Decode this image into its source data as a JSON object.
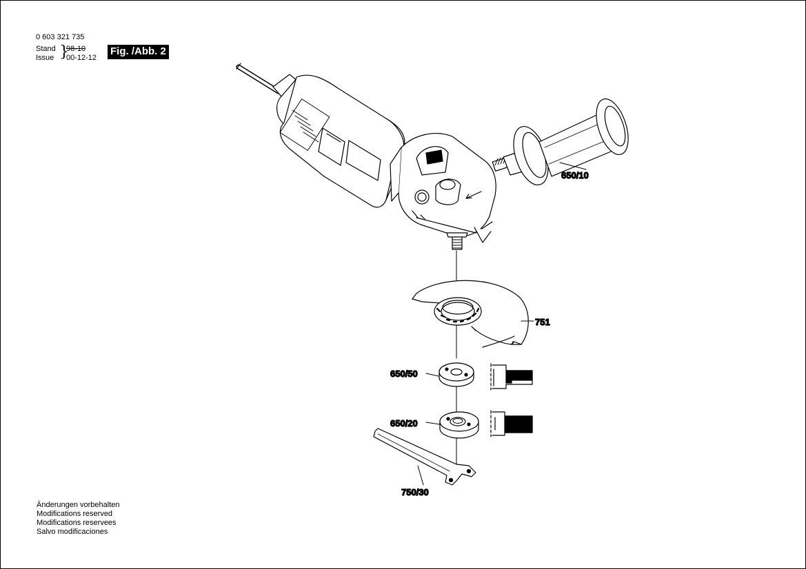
{
  "header": {
    "doc_number": "0 603 321 735",
    "stand_label": "Stand",
    "issue_label": "Issue",
    "stand_value": "98-10",
    "issue_value": "00-12-12",
    "figure_label": "Fig. /Abb. 2"
  },
  "parts": {
    "p650_10": "650/10",
    "p751": "751",
    "p650_50": "650/50",
    "p650_20": "650/20",
    "p750_30": "750/30"
  },
  "footer": {
    "lines": [
      "Änderungen vorbehalten",
      "Modifications reserved",
      "Modifications reservees",
      "Salvo modificaciones"
    ]
  }
}
